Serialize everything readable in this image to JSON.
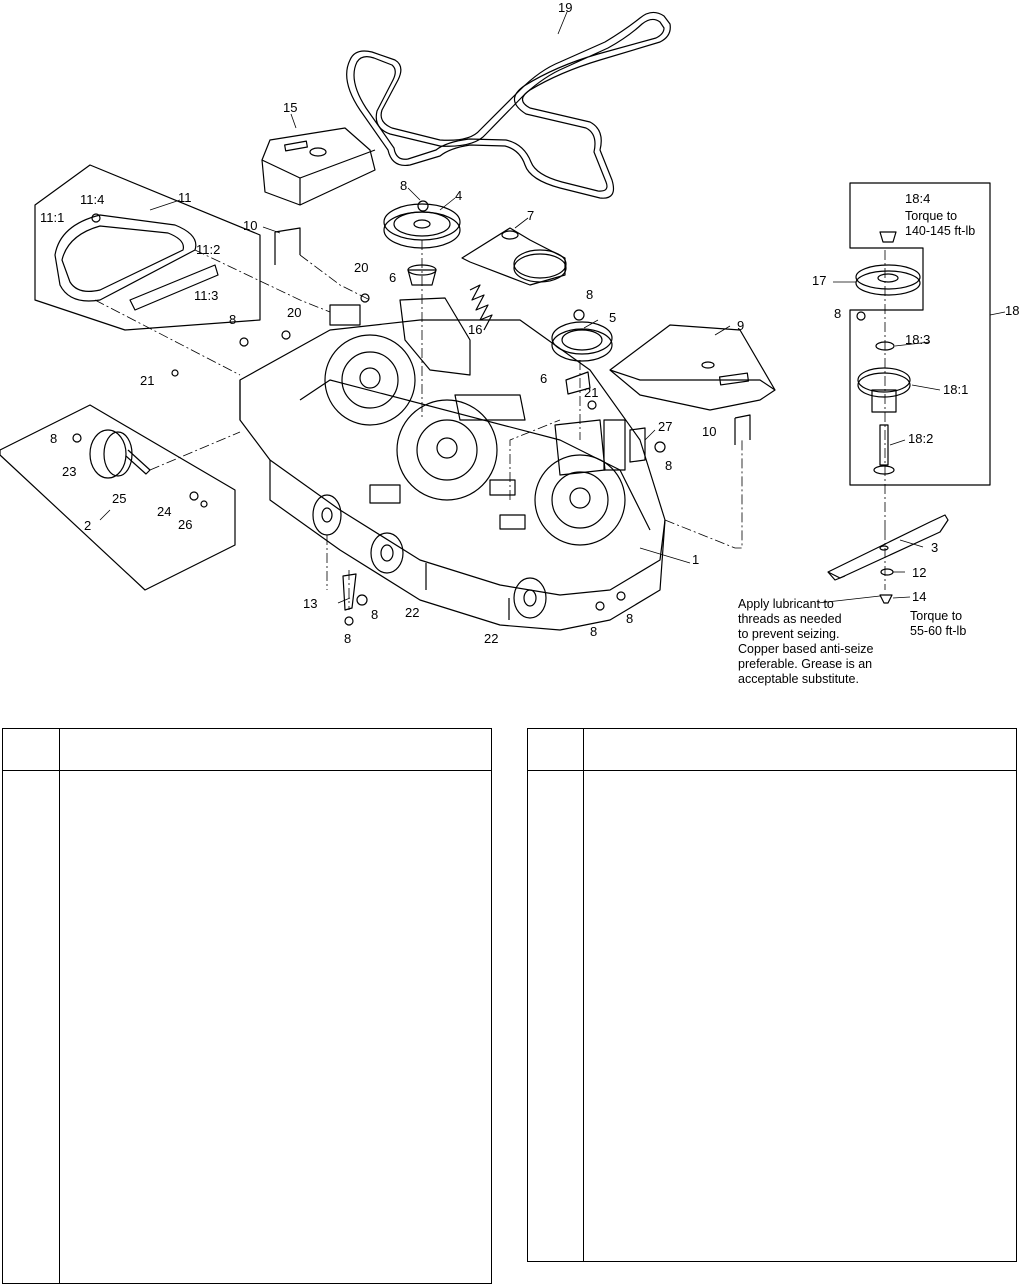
{
  "callouts": {
    "c19": "19",
    "c15": "15",
    "c11": "11",
    "c11_4": "11:4",
    "c11_1": "11:1",
    "c11_2": "11:2",
    "c11_3": "11:3",
    "c10a": "10",
    "c10b": "10",
    "c8_top": "8",
    "c4": "4",
    "c7": "7",
    "c6a": "6",
    "c6b": "6",
    "c20a": "20",
    "c20b": "20",
    "c16": "16",
    "c5": "5",
    "c8_mid": "8",
    "c9": "9",
    "c8_left": "8",
    "c21a": "21",
    "c21b": "21",
    "c8_wheel": "8",
    "c23": "23",
    "c25": "25",
    "c24": "24",
    "c26": "26",
    "c2": "2",
    "c27": "27",
    "c8_br": "8",
    "c1": "1",
    "c13": "13",
    "c8_b1": "8",
    "c8_b2": "8",
    "c22a": "22",
    "c22b": "22",
    "c8_b3": "8",
    "c8_b4": "8",
    "c18_4": "18:4",
    "c17": "17",
    "c8_r": "8",
    "c18": "18",
    "c18_3": "18:3",
    "c18_1": "18:1",
    "c18_2": "18:2",
    "c3": "3",
    "c12": "12",
    "c14": "14"
  },
  "notes": {
    "torque_spindle_line1": "Torque to",
    "torque_spindle_line2": "140-145 ft-lb",
    "torque_blade_line1": "Torque to",
    "torque_blade_line2": "55-60 ft-lb",
    "lubricant": [
      "Apply lubricant to",
      "threads as needed",
      "to prevent seizing.",
      "Copper based anti-seize",
      "preferable. Grease is an",
      "acceptable substitute."
    ]
  },
  "tables": {
    "left": {
      "headers": [
        "",
        ""
      ]
    },
    "right": {
      "headers": [
        "",
        ""
      ]
    }
  }
}
